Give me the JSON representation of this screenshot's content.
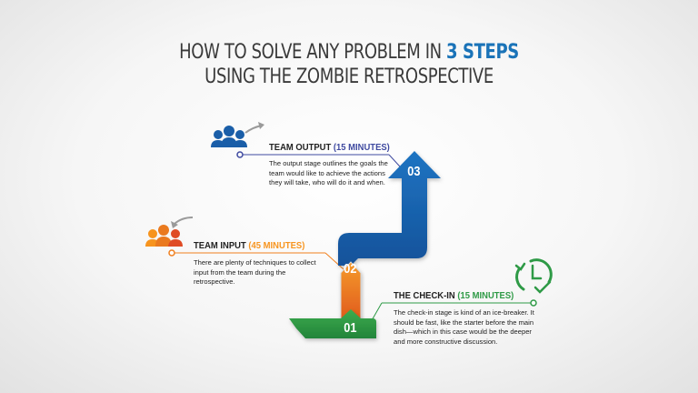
{
  "title": {
    "line1_prefix": "HOW TO SOLVE ANY PROBLEM IN ",
    "line1_highlight": "3 STEPS",
    "line2": "USING THE ZOMBIE RETROSPECTIVE"
  },
  "colors": {
    "blue": "#1a63ad",
    "orange": "#f07f1e",
    "green": "#2e9a46",
    "purple_accent": "#3f4aa0",
    "title_highlight": "#1a73b8"
  },
  "steps": [
    {
      "number": "01",
      "heading": "THE CHECK-IN",
      "duration": "(15 MINUTES)",
      "description": "The check-in stage is kind of an ice-breaker. It should be fast, like the starter before the main dish—which in this case would be the deeper and more constructive discussion.",
      "icon": "clock-refresh-check-icon",
      "color": "#2e9a46"
    },
    {
      "number": "02",
      "heading": "TEAM INPUT",
      "duration": "(45 MINUTES)",
      "description": "There are plenty of techniques to collect input from the team during the retrospective.",
      "icon": "team-incoming-arrow-icon",
      "color": "#f07f1e"
    },
    {
      "number": "03",
      "heading": "TEAM OUTPUT",
      "duration": "(15 MINUTES)",
      "description": "The output stage outlines the goals the team would like to achieve the actions they will take, who will do it and when.",
      "icon": "team-outgoing-arrow-icon",
      "color": "#1a63ad"
    }
  ]
}
